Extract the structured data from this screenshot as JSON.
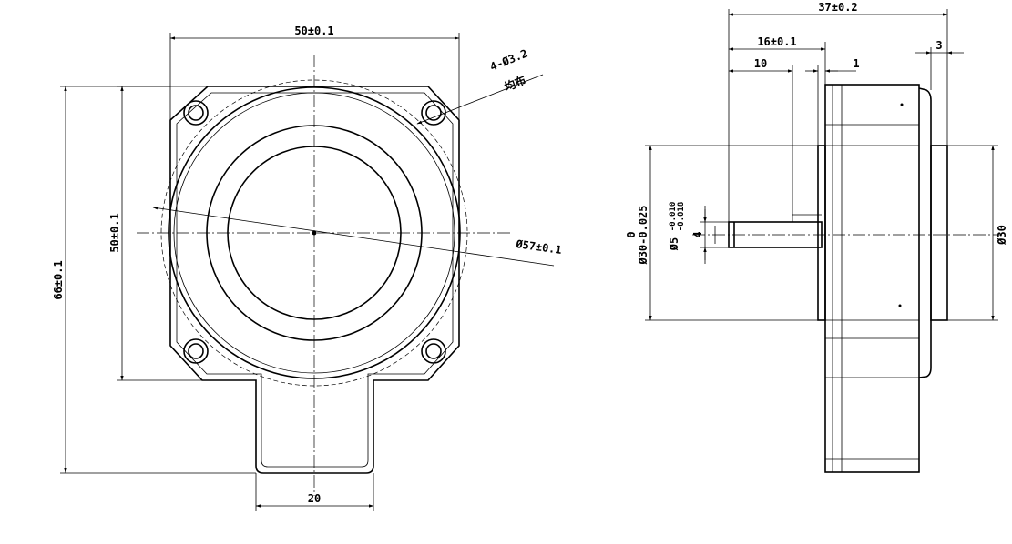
{
  "front_view": {
    "dim_width_top": "50±0.1",
    "dim_height_total": "66±0.1",
    "dim_height_body": "50±0.1",
    "dim_hole": "4-Ø3.2",
    "dim_hole_note": "均布",
    "dim_diameter": "Ø57±0.1",
    "dim_tab_width": "20"
  },
  "side_view": {
    "dim_total_length": "37±0.2",
    "dim_shaft_length": "16±0.1",
    "dim_shaft_flat": "10",
    "dim_gap": "1",
    "dim_rear": "3",
    "dim_pilot_zero": "0",
    "dim_pilot": "Ø30-0.025",
    "dim_shaft_dia": "Ø5",
    "dim_shaft_tol_upper": "-0.010",
    "dim_shaft_tol_lower": "-0.018",
    "dim_flat": "4",
    "dim_rear_dia": "Ø30"
  }
}
